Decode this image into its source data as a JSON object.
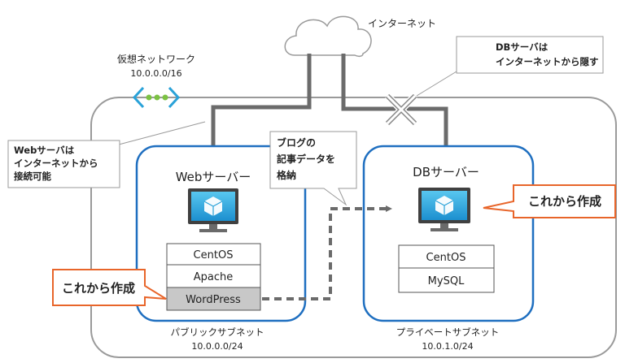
{
  "internet": {
    "label": "インターネット"
  },
  "vnet": {
    "title": "仮想ネットワーク",
    "cidr": "10.0.0.0/16"
  },
  "callouts": {
    "db_hidden": [
      "DBサーバは",
      "インターネットから隠す"
    ],
    "web_accessible": [
      "Webサーバは",
      "インターネットから",
      "接続可能"
    ],
    "blog_data": [
      "ブログの",
      "記事データを",
      "格納"
    ]
  },
  "public_subnet": {
    "label": "パブリックサブネット",
    "cidr": "10.0.0.0/24",
    "server_title": "Webサーバー",
    "stack": [
      "CentOS",
      "Apache",
      "WordPress"
    ],
    "create_label": "これから作成"
  },
  "private_subnet": {
    "label": "プライベートサブネット",
    "cidr": "10.0.1.0/24",
    "server_title": "DBサーバー",
    "stack": [
      "CentOS",
      "MySQL"
    ],
    "create_label": "これから作成"
  },
  "colors": {
    "subnet_border": "#1f6fc0",
    "vnet_border": "#9a9a9a",
    "connector": "#6b6b6b",
    "highlight_border": "#e8652a",
    "monitor": "#2aa2d8",
    "peering_green": "#7cc243",
    "wordpress_fill": "#c8c8c8"
  },
  "icons": [
    "cloud-icon",
    "vnet-peering-icon",
    "blocked-x-icon",
    "vm-monitor-icon"
  ]
}
